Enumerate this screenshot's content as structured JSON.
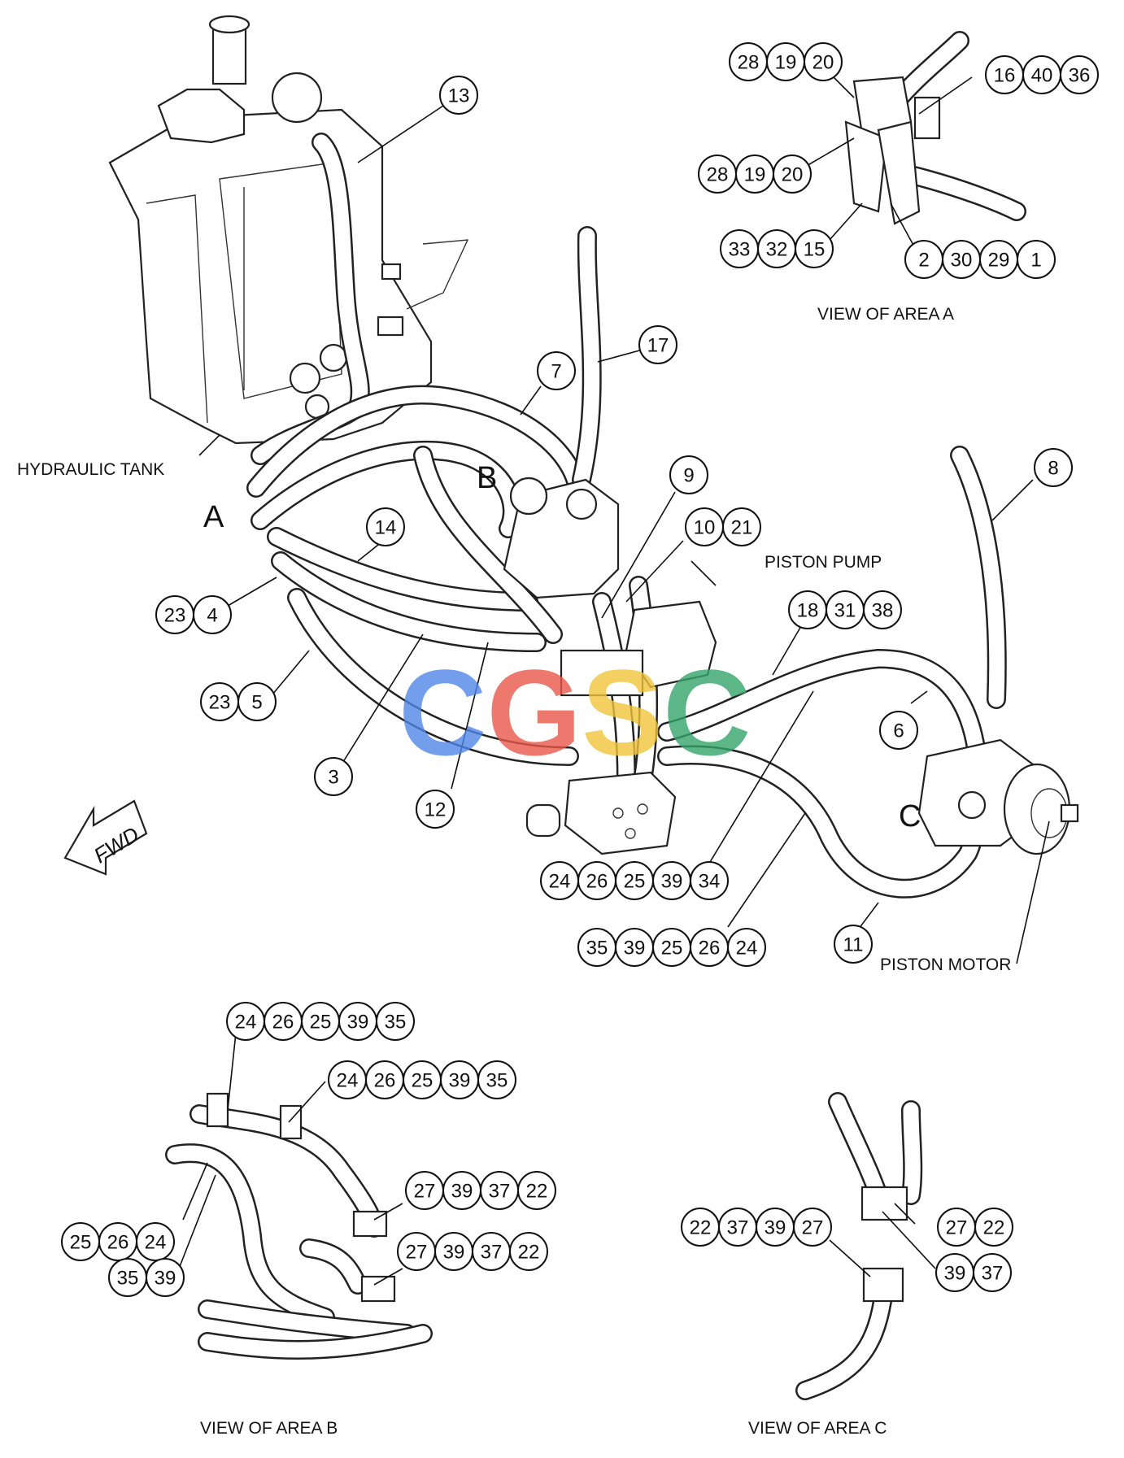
{
  "labels": {
    "hydraulic_tank": "HYDRAULIC TANK",
    "piston_pump": "PISTON PUMP",
    "piston_motor": "PISTON MOTOR",
    "view_a": "VIEW OF AREA  A",
    "view_b": "VIEW OF AREA  B",
    "view_c": "VIEW OF AREA  C",
    "area_a": "A",
    "area_b": "B",
    "area_c": "C",
    "fwd": "FWD",
    "watermark": "CGSC"
  },
  "callouts": {
    "c13": [
      "13"
    ],
    "c17": [
      "17"
    ],
    "c7": [
      "7"
    ],
    "c9": [
      "9"
    ],
    "c8": [
      "8"
    ],
    "c14": [
      "14"
    ],
    "c10_21": [
      "10",
      "21"
    ],
    "c23_4": [
      "23",
      "4"
    ],
    "c18_31_38": [
      "18",
      "31",
      "38"
    ],
    "c23_5": [
      "23",
      "5"
    ],
    "c6": [
      "6"
    ],
    "c3": [
      "3"
    ],
    "c12": [
      "12"
    ],
    "c24_26_25_39_34": [
      "24",
      "26",
      "25",
      "39",
      "34"
    ],
    "c35_39_25_26_24": [
      "35",
      "39",
      "25",
      "26",
      "24"
    ],
    "c11": [
      "11"
    ],
    "a_28_19_20_top": [
      "28",
      "19",
      "20"
    ],
    "a_16_40_36": [
      "16",
      "40",
      "36"
    ],
    "a_28_19_20_mid": [
      "28",
      "19",
      "20"
    ],
    "a_33_32_15": [
      "33",
      "32",
      "15"
    ],
    "a_2_30_29_1": [
      "2",
      "30",
      "29",
      "1"
    ],
    "b_24_26_25_39_35_top": [
      "24",
      "26",
      "25",
      "39",
      "35"
    ],
    "b_24_26_25_39_35_mid": [
      "24",
      "26",
      "25",
      "39",
      "35"
    ],
    "b_27_39_37_22_a": [
      "27",
      "39",
      "37",
      "22"
    ],
    "b_27_39_37_22_b": [
      "27",
      "39",
      "37",
      "22"
    ],
    "b_25_26_24": [
      "25",
      "26",
      "24"
    ],
    "b_35_39": [
      "35",
      "39"
    ],
    "c_22_37_39_27": [
      "22",
      "37",
      "39",
      "27"
    ],
    "c_27_22": [
      "27",
      "22"
    ],
    "c_39_37": [
      "39",
      "37"
    ]
  },
  "colors": {
    "watermark": [
      "#4f86e8",
      "#e8574a",
      "#f2c43a",
      "#35a56a"
    ]
  }
}
